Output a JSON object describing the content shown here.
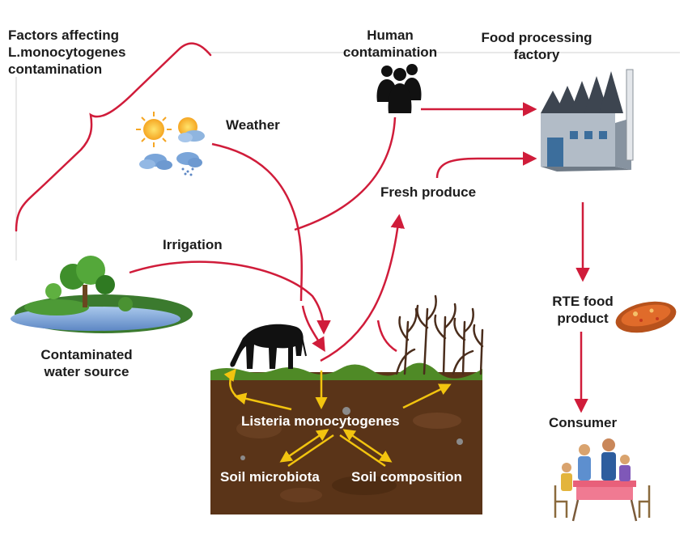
{
  "title": {
    "line1": "Factors affecting",
    "line2": "L.monocytogenes",
    "line3": "contamination"
  },
  "labels": {
    "human_line1": "Human",
    "human_line2": "contamination",
    "factory_line1": "Food processing",
    "factory_line2": "factory",
    "weather": "Weather",
    "fresh_produce": "Fresh produce",
    "irrigation": "Irrigation",
    "water_line1": "Contaminated",
    "water_line2": "water source",
    "rte_line1": "RTE food",
    "rte_line2": "product",
    "listeria": "Listeria monocytogenes",
    "consumer": "Consumer",
    "soil_microbiota": "Soil microbiota",
    "soil_composition": "Soil composition"
  },
  "colors": {
    "flow_arrow": "#d01c3a",
    "soil_arrow": "#f2c40f",
    "soil": "#5a3418",
    "grass": "#4f8a26"
  },
  "icons": [
    "weather-icon",
    "people-icon",
    "factory-icon",
    "pond-icon",
    "cow-icon",
    "corn-icon",
    "bread-icon",
    "family-table-icon"
  ]
}
